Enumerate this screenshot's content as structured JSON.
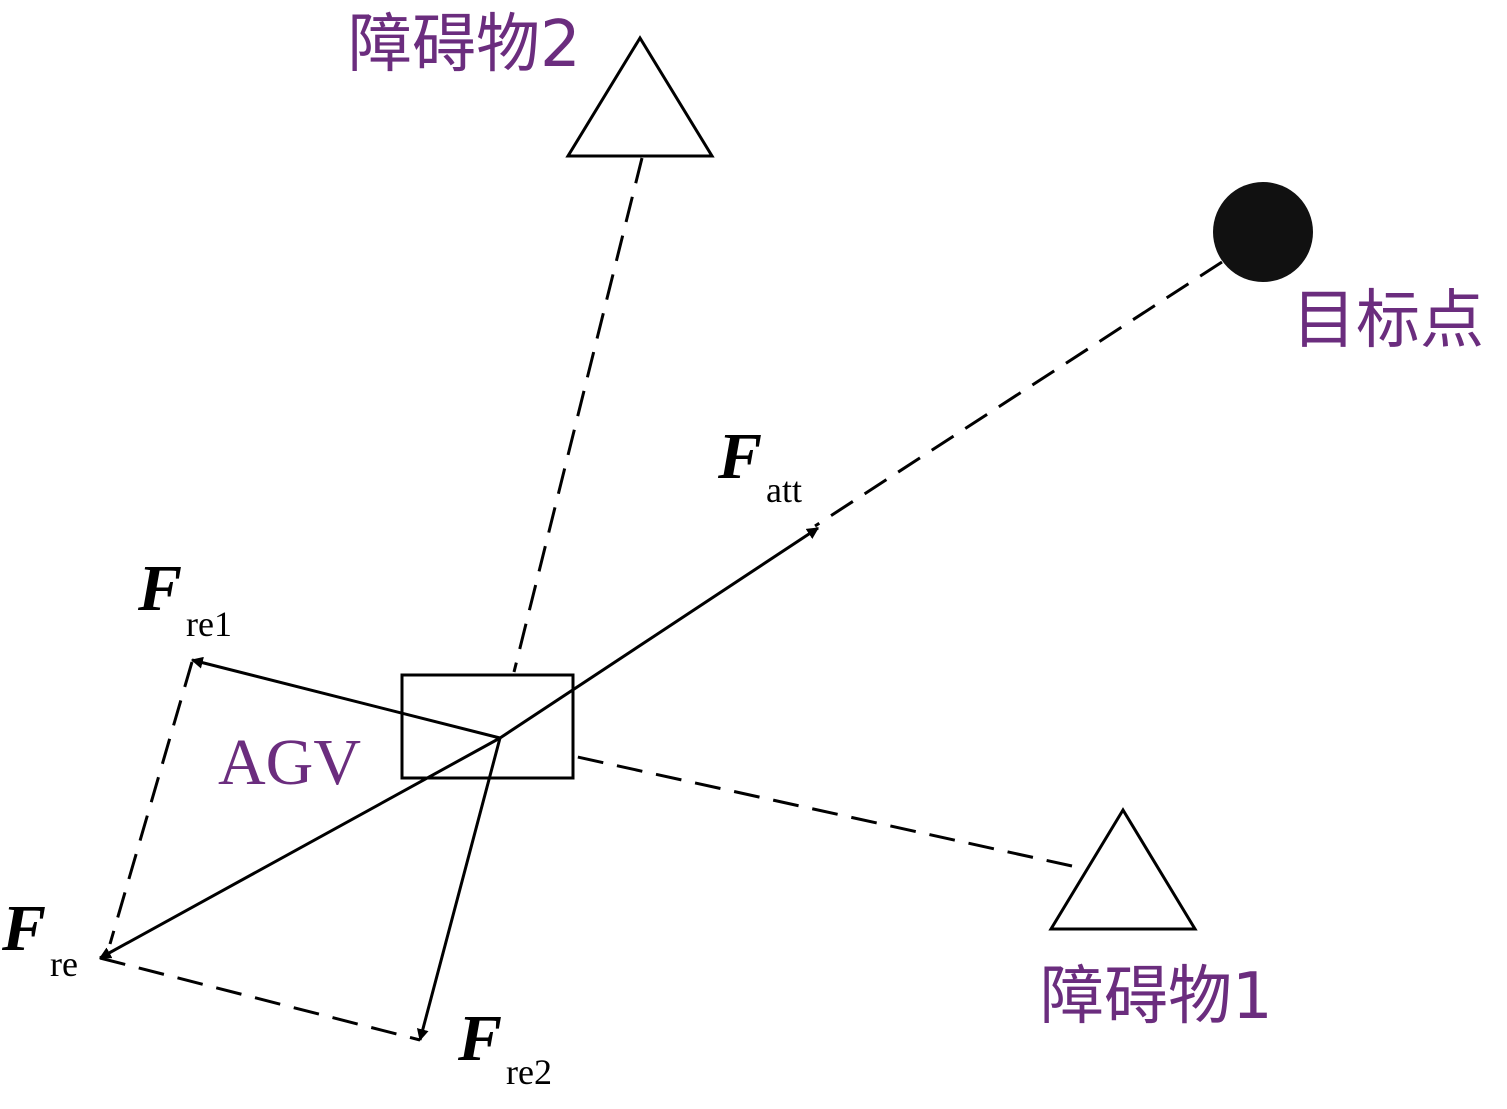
{
  "colors": {
    "label": "#6b2d7e",
    "line": "#000000",
    "target": "#111111"
  },
  "labels": {
    "obstacle2": "障碍物2",
    "obstacle1": "障碍物1",
    "target": "目标点",
    "agv": "AGV"
  },
  "forces": {
    "att": {
      "symbol": "F",
      "subscript": "att"
    },
    "re1": {
      "symbol": "F",
      "subscript": "re1"
    },
    "re2": {
      "symbol": "F",
      "subscript": "re2"
    },
    "re": {
      "symbol": "F",
      "subscript": "re"
    }
  }
}
